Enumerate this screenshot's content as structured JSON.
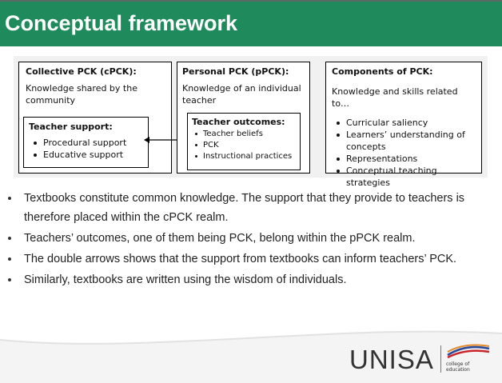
{
  "slide": {
    "title": "Conceptual framework"
  },
  "diagram": {
    "collective": {
      "heading": "Collective PCK (cPCK):",
      "description": "Knowledge shared by the community",
      "support_heading": "Teacher support:",
      "support_items": [
        "Procedural support",
        "Educative support"
      ]
    },
    "personal": {
      "heading": "Personal PCK (pPCK):",
      "description": "Knowledge of an individual teacher",
      "outcomes_heading": "Teacher outcomes:",
      "outcomes_items": [
        "Teacher beliefs",
        "PCK",
        "Instructional practices"
      ]
    },
    "components": {
      "heading": "Components of PCK:",
      "description": "Knowledge and skills related to…",
      "items": [
        "Curricular saliency",
        "Learners’ understanding of concepts",
        "Representations",
        "Conceptual teaching strategies"
      ]
    }
  },
  "bullets": [
    "Textbooks constitute common knowledge. The support that they provide to teachers is therefore placed within the cPCK realm.",
    "Teachers’ outcomes, one of them being PCK, belong within the pPCK realm.",
    "The double arrows shows that the support from textbooks can inform teachers’ PCK.",
    "Similarly, textbooks are written using the wisdom of individuals."
  ],
  "logo": {
    "wordmark": "UNISA",
    "subtitle_line1": "college of",
    "subtitle_line2": "education"
  },
  "colors": {
    "header": "#1f8a5b",
    "logo_red": "#c8262c",
    "logo_blue": "#2a4a9a",
    "logo_orange": "#e58a2a"
  }
}
